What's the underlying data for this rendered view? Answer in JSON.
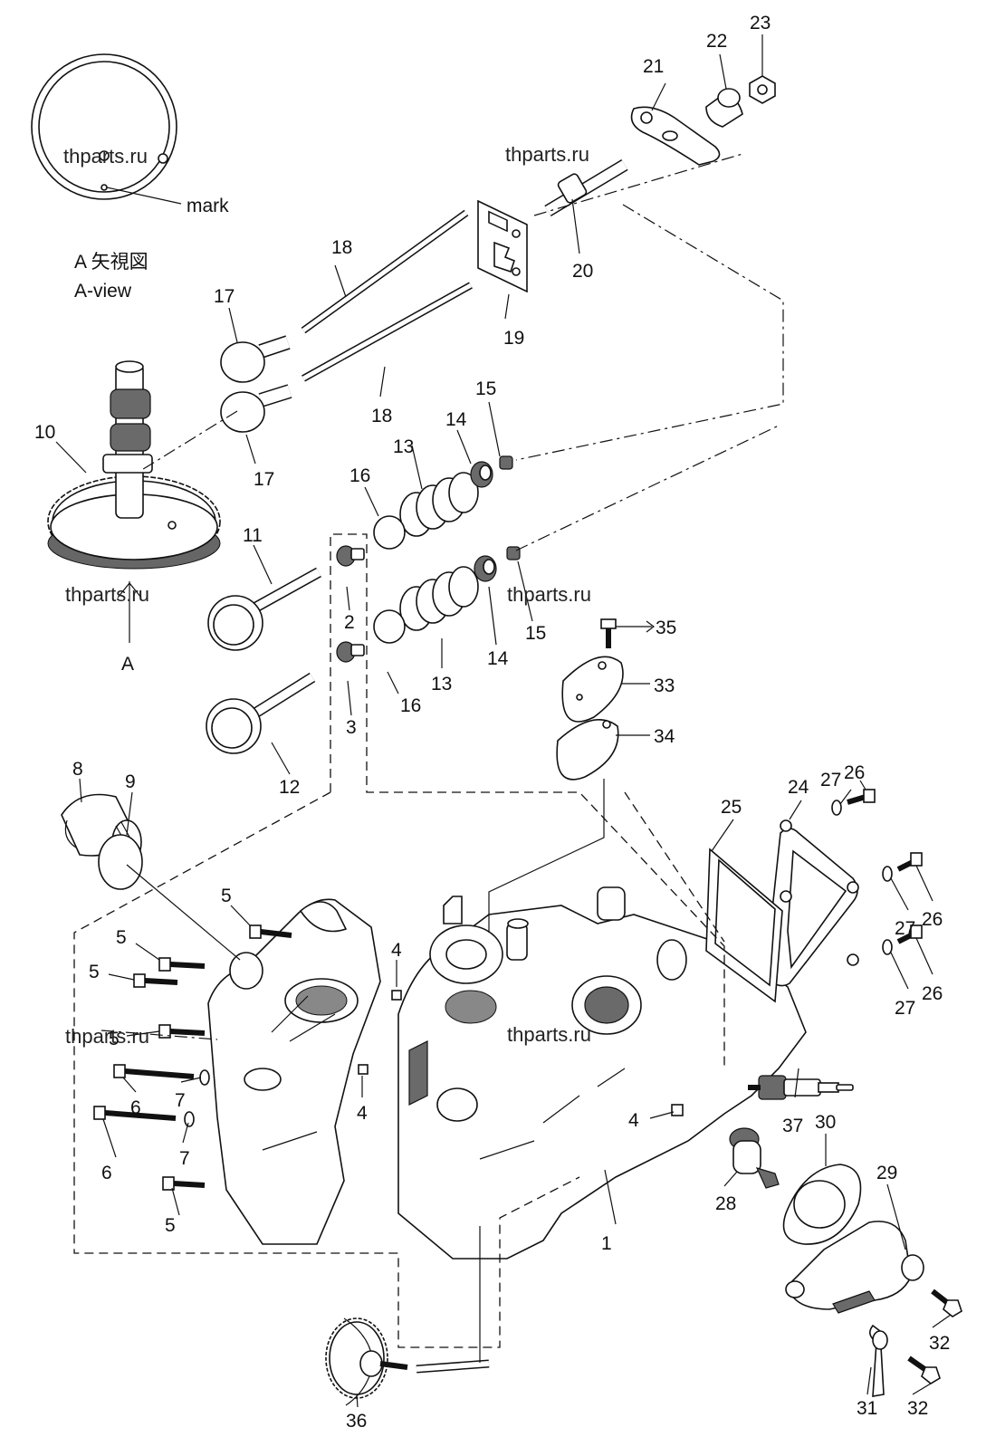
{
  "view_note": {
    "mark_label": "mark",
    "view_title_jp": "A 矢視図",
    "view_title_en": "A-view",
    "view_letter": "A"
  },
  "watermark": "thparts.ru",
  "part_numbers": [
    "1",
    "2",
    "3",
    "4",
    "5",
    "6",
    "7",
    "8",
    "9",
    "10",
    "11",
    "12",
    "13",
    "14",
    "15",
    "16",
    "17",
    "18",
    "19",
    "20",
    "21",
    "22",
    "23",
    "24",
    "25",
    "26",
    "27",
    "28",
    "29",
    "30",
    "31",
    "32",
    "33",
    "34",
    "35",
    "36",
    "37"
  ]
}
